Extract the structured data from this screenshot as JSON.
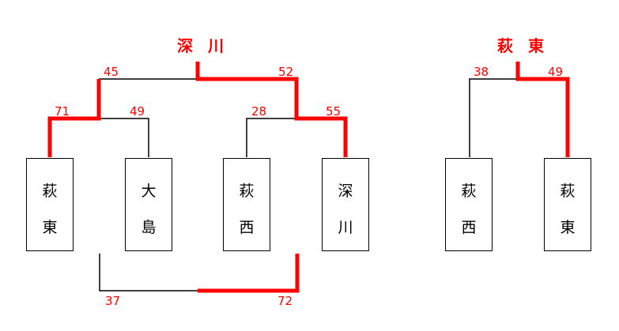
{
  "colors": {
    "winner_line": "#ff0000",
    "line": "#000000",
    "score_text": "#ff0000"
  },
  "bracket_left": {
    "winner": "深 川",
    "teams": [
      {
        "line1": "萩",
        "line2": "東"
      },
      {
        "line1": "大",
        "line2": "島"
      },
      {
        "line1": "萩",
        "line2": "西"
      },
      {
        "line1": "深",
        "line2": "川"
      }
    ],
    "scores": {
      "r1a_left": "71",
      "r1a_right": "49",
      "r1b_left": "28",
      "r1b_right": "55",
      "final_left": "45",
      "final_right": "52",
      "third_left": "37",
      "third_right": "72"
    }
  },
  "bracket_right": {
    "winner": "萩 東",
    "teams": [
      {
        "line1": "萩",
        "line2": "西"
      },
      {
        "line1": "萩",
        "line2": "東"
      }
    ],
    "scores": {
      "left": "38",
      "right": "49"
    }
  }
}
